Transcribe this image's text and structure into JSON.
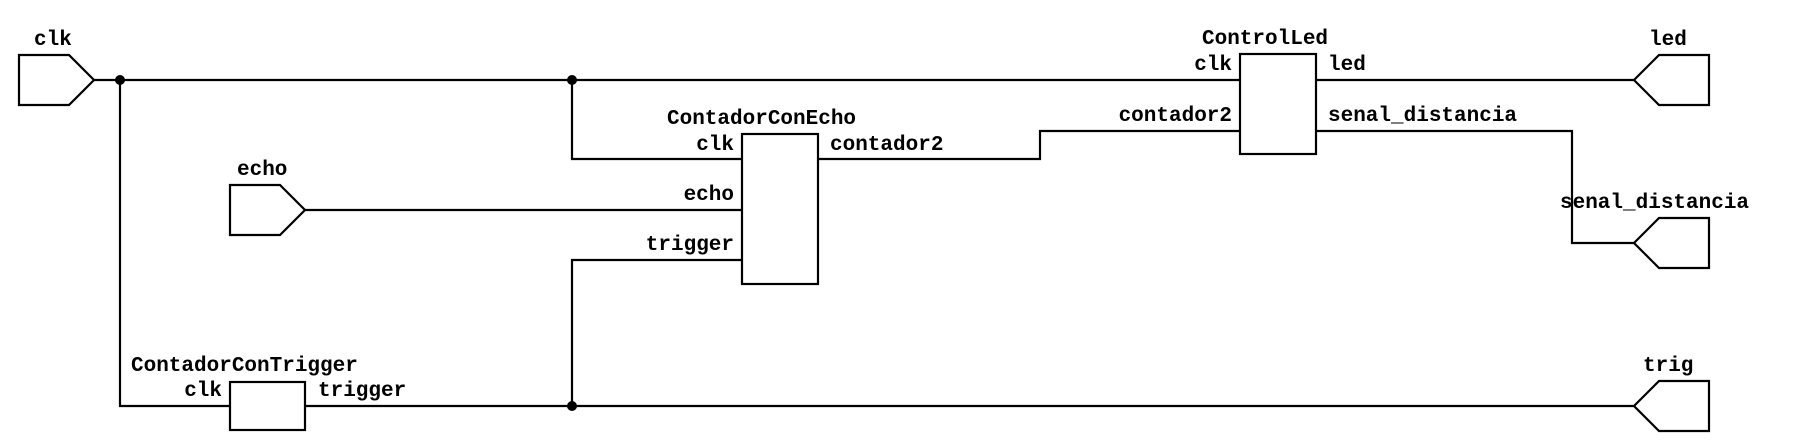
{
  "ports": {
    "clk": "clk",
    "echo": "echo",
    "led": "led",
    "senal_distancia": "senal_distancia",
    "trig": "trig"
  },
  "blocks": {
    "contador_con_echo": {
      "name": "ContadorConEcho",
      "pins": {
        "clk": "clk",
        "echo": "echo",
        "trigger": "trigger",
        "contador2": "contador2"
      }
    },
    "control_led": {
      "name": "ControlLed",
      "pins": {
        "clk": "clk",
        "contador2": "contador2",
        "led": "led",
        "senal_distancia": "senal_distancia"
      }
    },
    "contador_con_trigger": {
      "name": "ContadorConTrigger",
      "pins": {
        "clk": "clk",
        "trigger": "trigger"
      }
    }
  }
}
